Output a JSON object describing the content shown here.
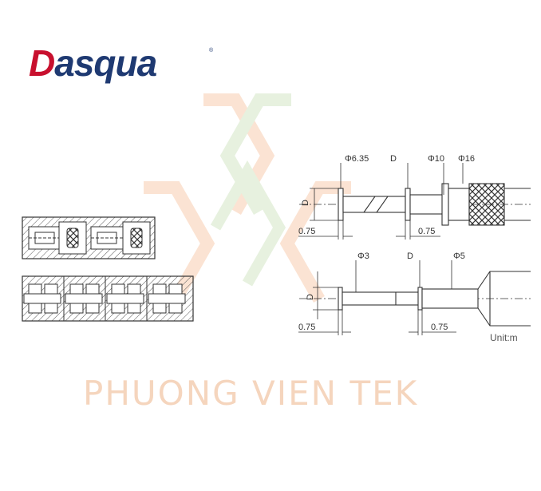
{
  "brand": {
    "logo_initial": "D",
    "logo_rest": "asqua",
    "trademark": "®",
    "logo_red": "#c8102e",
    "logo_blue": "#1f3a72"
  },
  "watermark": {
    "text": "PHUONG VIEN TEK",
    "color": "#f2c7a8"
  },
  "drawing": {
    "anvil_large": {
      "dia_tip": "Φ6.35",
      "label_d": "D",
      "dia_spindle": "Φ10",
      "dia_thimble": "Φ16",
      "vertical_d": "D",
      "gap_left": "0.75",
      "gap_right": "0.75"
    },
    "anvil_small": {
      "dia_tip": "Φ3",
      "label_d": "D",
      "dia_spindle": "Φ5",
      "vertical_d": "D",
      "gap_left": "0.75",
      "gap_right": "0.75"
    },
    "unit": "Unit:m"
  }
}
